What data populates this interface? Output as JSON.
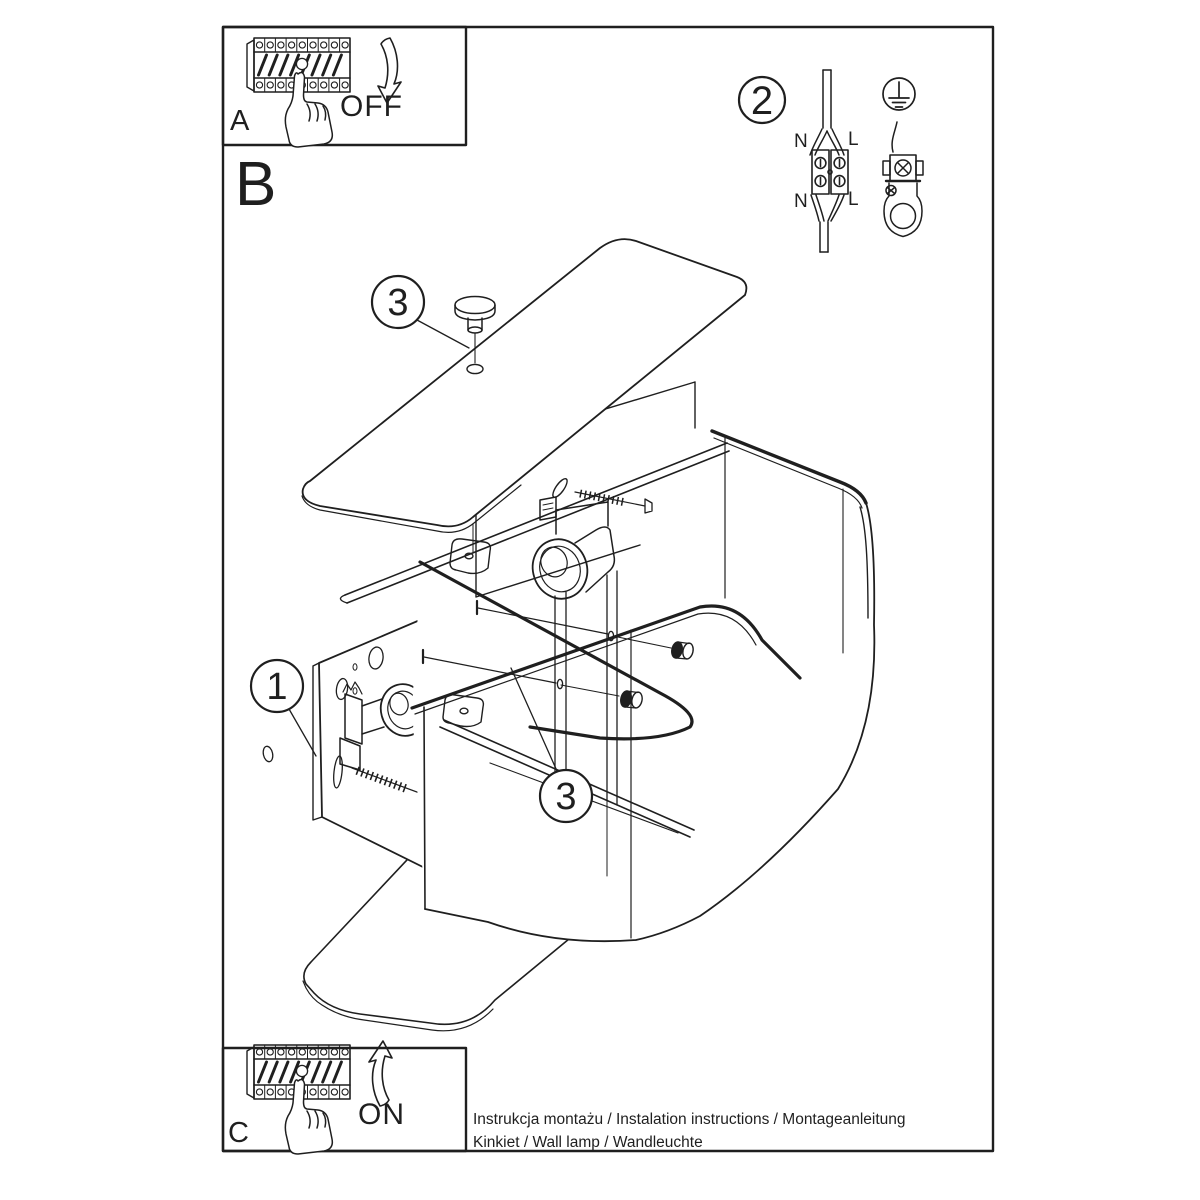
{
  "document": {
    "background": "#ffffff",
    "ink": "#1f1f1f",
    "type": "installation-instruction-sheet"
  },
  "steps": {
    "a": {
      "label": "A",
      "action": "OFF"
    },
    "b": {
      "label": "B"
    },
    "c": {
      "label": "C",
      "action": "ON"
    }
  },
  "wiring_step": {
    "number": "2",
    "labels": {
      "top_left": "N",
      "top_right": "L",
      "bottom_left": "N",
      "bottom_right": "L"
    }
  },
  "callouts": {
    "wall_plate": "1",
    "top_screw": "3",
    "shade_screw": "3"
  },
  "caption": {
    "line1": "Instrukcja montażu / Instalation instructions / Montageanleitung",
    "line2": "Kinkiet  / Wall lamp / Wandleuchte"
  }
}
